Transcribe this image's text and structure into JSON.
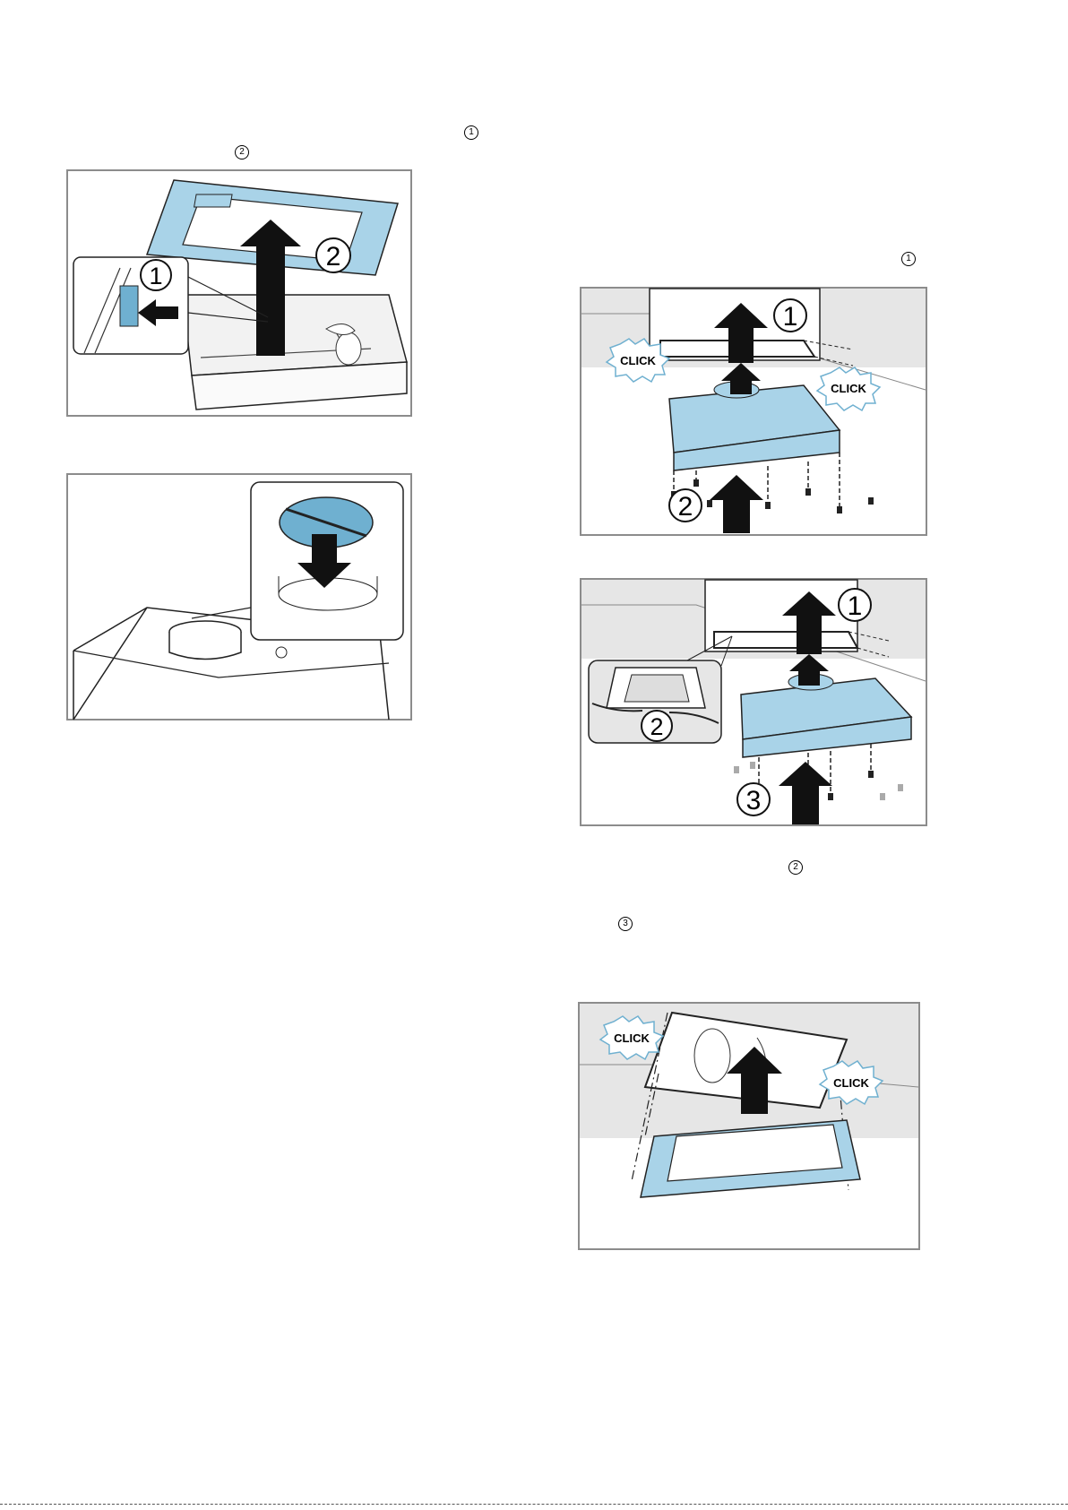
{
  "markers": {
    "left_step1": "1",
    "left_step2": "2",
    "right_top_step1": "1",
    "right_mid_step2": "2",
    "right_mid_step3": "3"
  },
  "figures": {
    "fig_a": {
      "badge1": "1",
      "badge2": "2"
    },
    "fig_c": {
      "badge1": "1",
      "badge2": "2",
      "click_left": "CLICK",
      "click_right": "CLICK"
    },
    "fig_d": {
      "badge1": "1",
      "badge2": "2",
      "badge3": "3"
    },
    "fig_e": {
      "click_left": "CLICK",
      "click_right": "CLICK"
    }
  },
  "colors": {
    "part_blue": "#a9d3e8",
    "part_blue_edge": "#6fb0d0",
    "wall_grey": "#e6e6e6",
    "frame_grey": "#8c8c8c"
  }
}
